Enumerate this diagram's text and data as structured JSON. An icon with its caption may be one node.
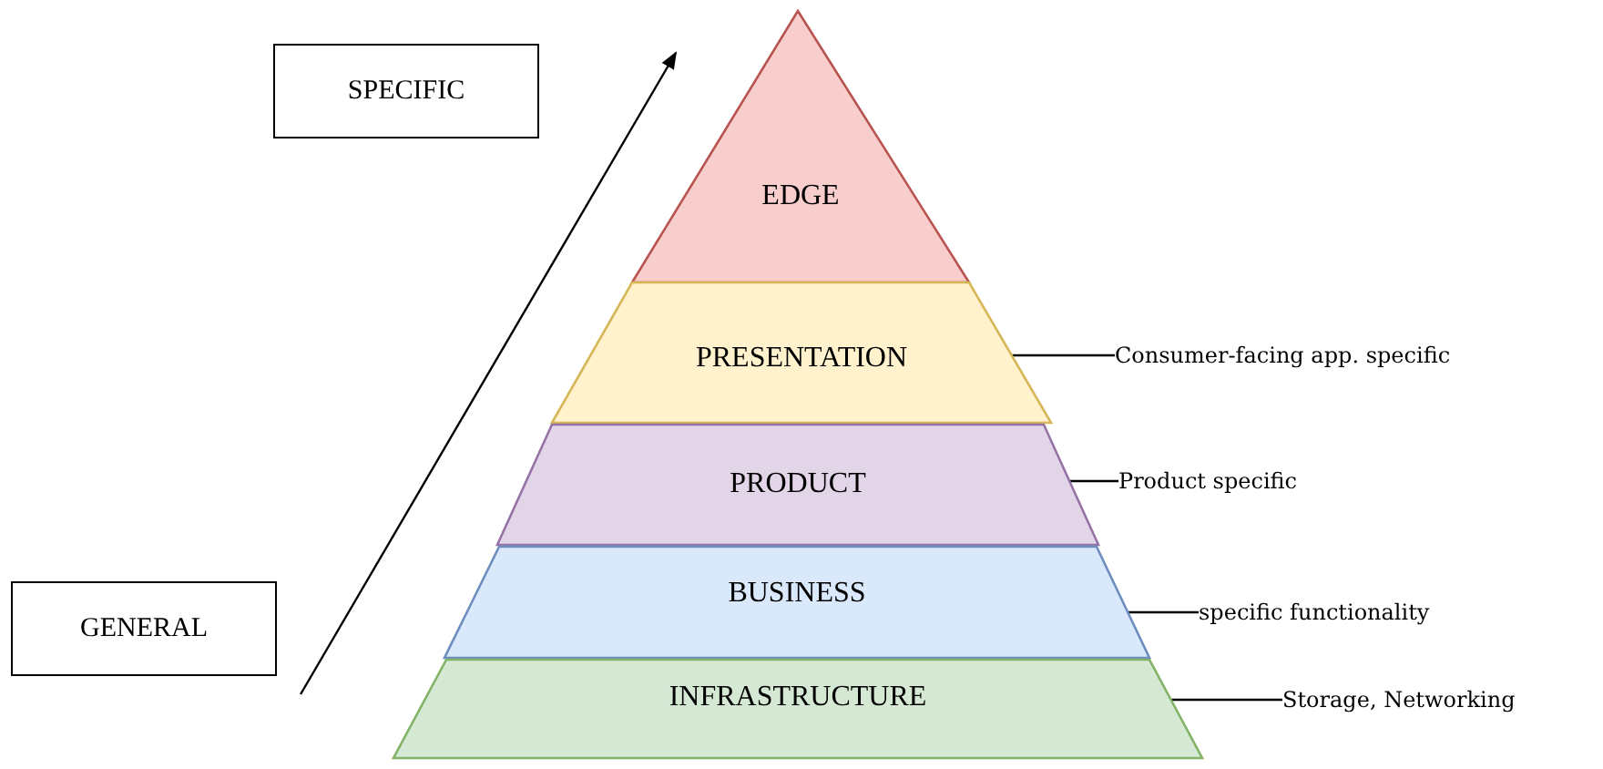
{
  "diagram": {
    "nodes": [
      {
        "text": [
          "SPECIFIC"
        ]
      },
      {
        "text": [
          "GENERAL"
        ]
      },
      {
        "text": [
          "EDGE"
        ]
      },
      {
        "text": [
          "PRESENTATION"
        ]
      },
      {
        "text": [
          "PRODUCT"
        ]
      },
      {
        "text": [
          "BUSINESS"
        ]
      },
      {
        "text": [
          "INFRASTRUCTURE"
        ]
      },
      {
        "text": [
          "Consumer-facing app. specific"
        ]
      },
      {
        "text": [
          "Product specific"
        ]
      },
      {
        "text": [
          "specific functionality"
        ]
      },
      {
        "text": [
          "Storage, Networking"
        ]
      }
    ],
    "edges": [
      {
        "from": 7,
        "to": 3,
        "arrow": "none"
      },
      {
        "from": 8,
        "to": 4,
        "arrow": "none"
      },
      {
        "from": 9,
        "to": 5,
        "arrow": "none"
      },
      {
        "from": 10,
        "to": 6,
        "arrow": "none"
      }
    ]
  }
}
